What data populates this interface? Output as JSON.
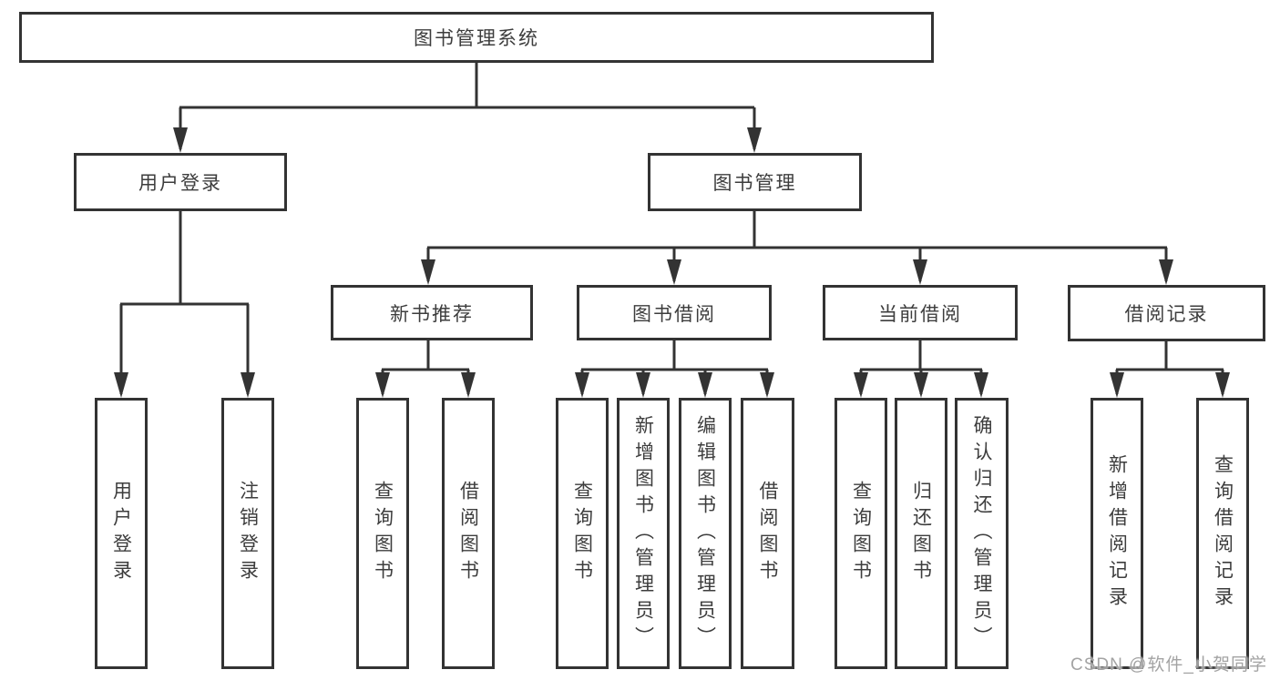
{
  "diagram": {
    "root": {
      "label": "图书管理系统"
    },
    "level2": {
      "user_login": {
        "label": "用户登录"
      },
      "book_mgmt": {
        "label": "图书管理"
      }
    },
    "level3": {
      "new_book": {
        "label": "新书推荐"
      },
      "borrow": {
        "label": "图书借阅"
      },
      "current": {
        "label": "当前借阅"
      },
      "records": {
        "label": "借阅记录"
      }
    },
    "leaves": {
      "user_login": {
        "label": "用户登录"
      },
      "logout": {
        "label": "注销登录"
      },
      "nb_query": {
        "label": "查询图书"
      },
      "nb_borrow": {
        "label": "借阅图书"
      },
      "bb_query": {
        "label": "查询图书"
      },
      "bb_add": {
        "label": "新增图书（管理员）"
      },
      "bb_edit": {
        "label": "编辑图书（管理员）"
      },
      "bb_borrow": {
        "label": "借阅图书"
      },
      "cb_query": {
        "label": "查询图书"
      },
      "cb_return": {
        "label": "归还图书"
      },
      "cb_confirm": {
        "label": "确认归还（管理员）"
      },
      "rec_add": {
        "label": "新增借阅记录"
      },
      "rec_query": {
        "label": "查询借阅记录"
      }
    }
  },
  "watermark": {
    "text": "CSDN @软件_小贺同学"
  },
  "colors": {
    "line": "#333333",
    "border": "#333333",
    "text": "#3d3d3d",
    "watermark": "#9e9e9e",
    "background": "#ffffff"
  }
}
